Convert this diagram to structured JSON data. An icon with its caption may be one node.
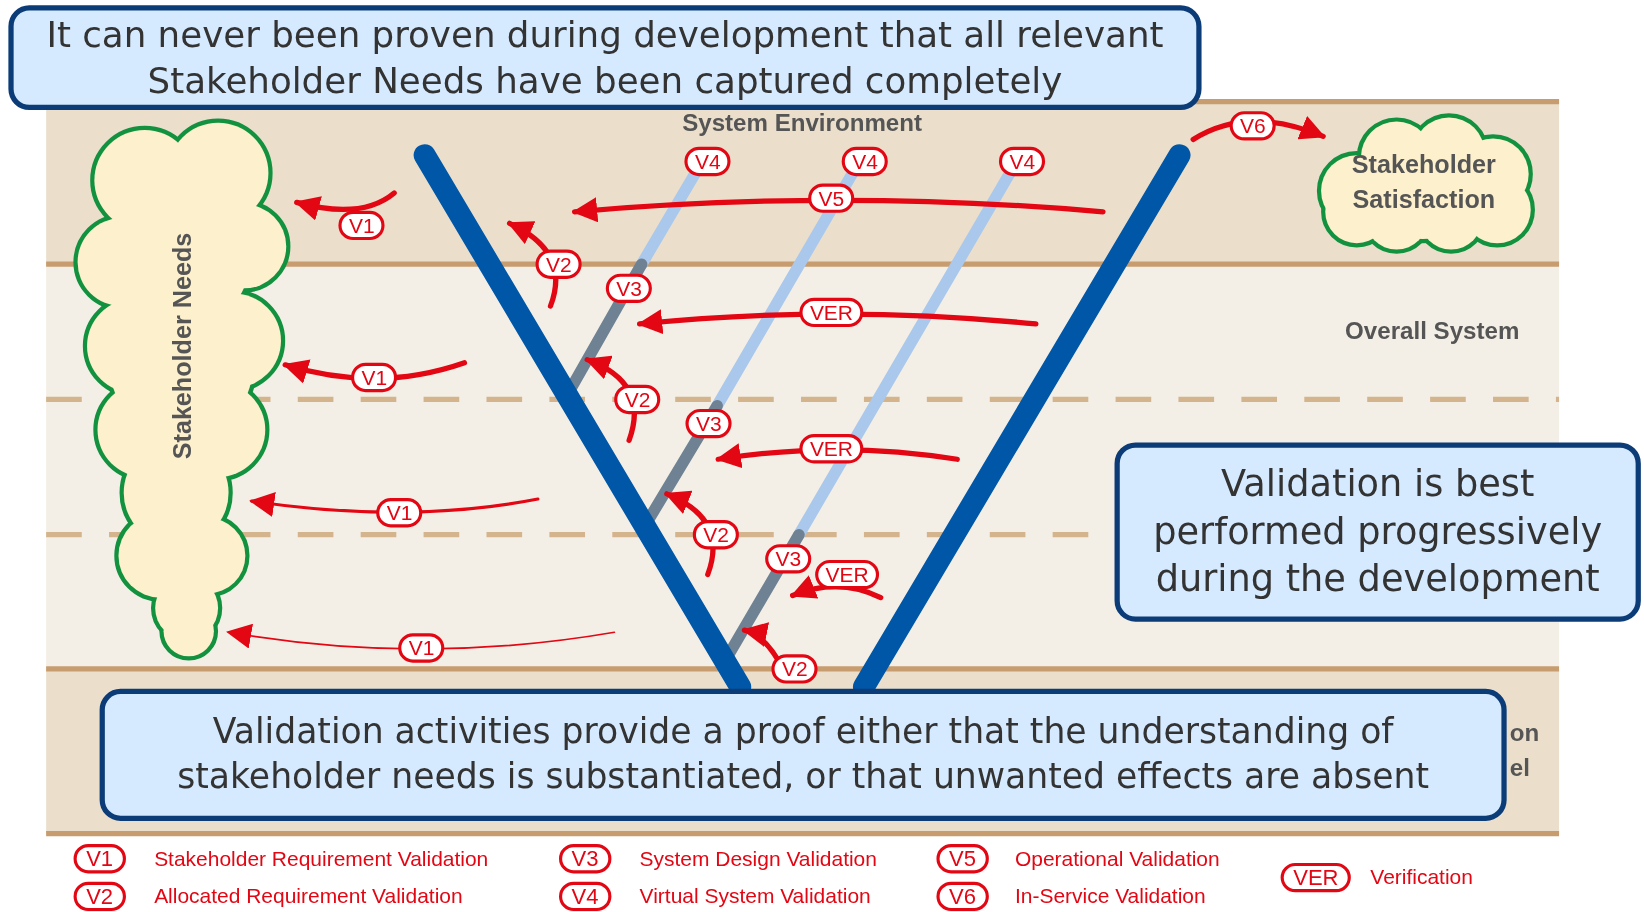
{
  "diagram": {
    "nodes": [
      {
        "text": [
          "It can never been proven during development that all relevant Stakeholder Needs have been captured completely"
        ]
      },
      {
        "text": [
          "Stakeholder Needs"
        ]
      },
      {
        "text": [
          "Stakeholder Satisfaction"
        ]
      },
      {
        "text": [
          "Validation is best performed progressively during the development"
        ]
      },
      {
        "text": [
          "Validation activities provide a proof either that the understanding of stakeholder needs is substantiated, or that unwanted effects are absent"
        ]
      }
    ],
    "edges": [
      {
        "from": null,
        "to": 1,
        "arrow": "to",
        "label": "V1"
      },
      {
        "from": null,
        "to": 1,
        "arrow": "to",
        "label": "V1"
      },
      {
        "from": null,
        "to": 1,
        "arrow": "to",
        "label": "V1"
      },
      {
        "from": null,
        "to": 1,
        "arrow": "to",
        "label": "V1"
      },
      {
        "from": null,
        "to": 2,
        "arrow": "to",
        "label": "V6"
      }
    ],
    "labels": [
      "System Environment",
      "V4",
      "V4",
      "V4",
      "V5",
      "V2",
      "V3",
      "VER",
      "Overall System",
      "V2",
      "V3",
      "VER",
      "V2",
      "V3",
      "VER",
      "V2",
      "on",
      "el",
      "V1",
      "V3",
      "V5",
      "VER",
      "V2",
      "V4",
      "V6"
    ],
    "legend": [
      {
        "text": "Stakeholder Requirement Validation"
      },
      {
        "text": "System Design Validation"
      },
      {
        "text": "Operational Validation"
      },
      {
        "text": "Verification"
      },
      {
        "text": "Allocated Requirement Validation"
      },
      {
        "text": "Virtual System Validation"
      },
      {
        "text": "In-Service Validation"
      }
    ]
  }
}
